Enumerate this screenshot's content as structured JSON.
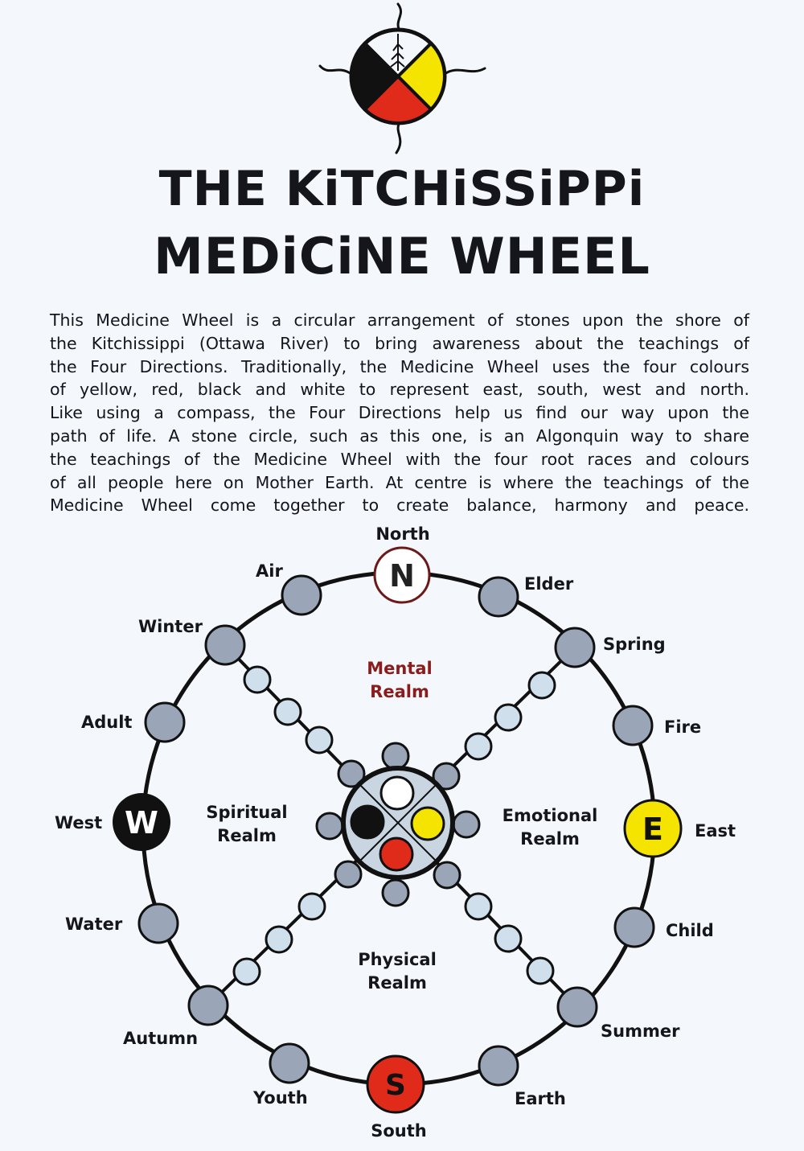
{
  "title": {
    "line1": "THE KiTCHiSSiPPi",
    "line2": "MEDiCiNE WHEEL"
  },
  "description_lines": [
    "This Medicine Wheel is a circular arrangement of stones upon the shore of",
    "the Kitchissippi (Ottawa River) to bring awareness about the teachings of",
    "the Four Directions. Traditionally, the Medicine Wheel uses the four colours",
    "of yellow, red, black and white to represent east, south, west and north.",
    "Like using a compass, the Four Directions help us find our way upon the",
    "path of life.  A stone circle, such as this one, is an Algonquin way to share",
    "the teachings of the Medicine Wheel with the four root races and colours",
    "of all people here on Mother Earth. At centre is where the teachings of the",
    "Medicine Wheel come together to create balance, harmony and peace."
  ],
  "directions": {
    "north": {
      "label": "North",
      "letter": "N",
      "color": "#ffffff"
    },
    "east": {
      "label": "East",
      "letter": "E",
      "color": "#f5e400"
    },
    "south": {
      "label": "South",
      "letter": "S",
      "color": "#e02a1a"
    },
    "west": {
      "label": "West",
      "letter": "W",
      "color": "#111111"
    }
  },
  "stones": {
    "air": "Air",
    "elder": "Elder",
    "winter": "Winter",
    "spring": "Spring",
    "adult": "Adult",
    "fire": "Fire",
    "water": "Water",
    "child": "Child",
    "autumn": "Autumn",
    "summer": "Summer",
    "youth": "Youth",
    "earth": "Earth"
  },
  "realms": {
    "mental": [
      "Mental",
      "Realm"
    ],
    "spiritual": [
      "Spiritual",
      "Realm"
    ],
    "emotional": [
      "Emotional",
      "Realm"
    ],
    "physical": [
      "Physical",
      "Realm"
    ]
  },
  "colors": {
    "stone": "#9aa6b8",
    "small_stone": "#cfe0ec",
    "mental_realm_text": "#8a1c1c"
  }
}
